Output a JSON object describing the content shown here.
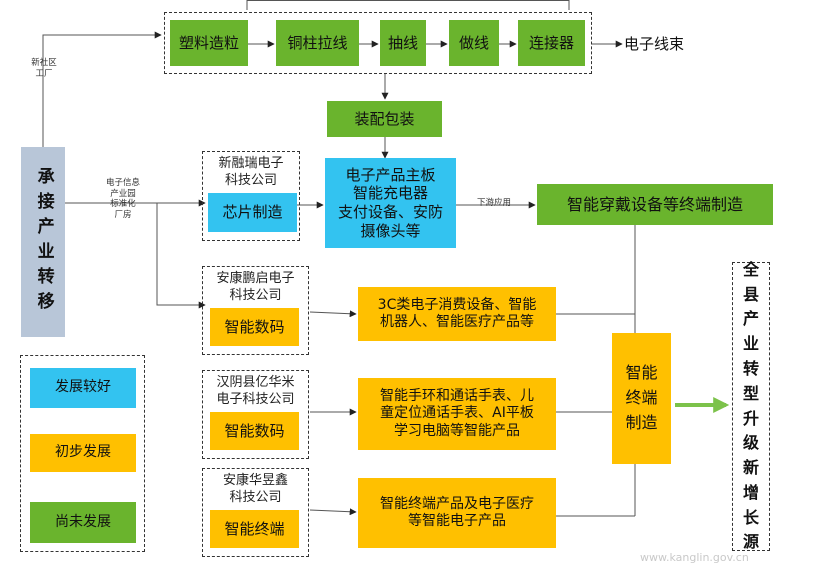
{
  "chain": {
    "step1": "塑料造粒",
    "step2": "铜柱拉线",
    "step3": "抽线",
    "step4": "做线",
    "step5": "连接器",
    "output": "电子线束"
  },
  "left": {
    "source_label": "新社区\n工厂",
    "main_label": "承接产业转移",
    "branch_label": "电子信息\n产业园\n标准化\n厂房"
  },
  "center": {
    "assembly": "装配包装",
    "company1": "新融瑞电子\n科技公司",
    "chip": "芯片制造",
    "products": "电子产品主板\n智能充电器\n支付设备、安防\n摄像头等",
    "downstream_label": "下游应用",
    "wearable": "智能穿戴设备等终端制造"
  },
  "rows": [
    {
      "company": "安康鹏启电子\n科技公司",
      "unit": "智能数码",
      "product": "3C类电子消费设备、智能\n机器人、智能医疗产品等"
    },
    {
      "company": "汉阴县亿华米\n电子科技公司",
      "unit": "智能数码",
      "product": "智能手环和通话手表、儿\n童定位通话手表、AI平板\n学习电脑等智能产品"
    },
    {
      "company": "安康华昱鑫\n科技公司",
      "unit": "智能终端",
      "product": "智能终端产品及电子医疗\n等智能电子产品"
    }
  ],
  "terminal": "智能终端制造",
  "result": "全县产业转型升级新增长源",
  "legend": {
    "good": "发展较好",
    "initial": "初步发展",
    "none": "尚未发展"
  },
  "watermark": "www.kanglin.gov.cn",
  "colors": {
    "green": "#6ab42d",
    "cyan": "#33c3f0",
    "yellow": "#ffc000",
    "gray": "#b8c6d8",
    "arrow_green": "#7cc24a"
  }
}
